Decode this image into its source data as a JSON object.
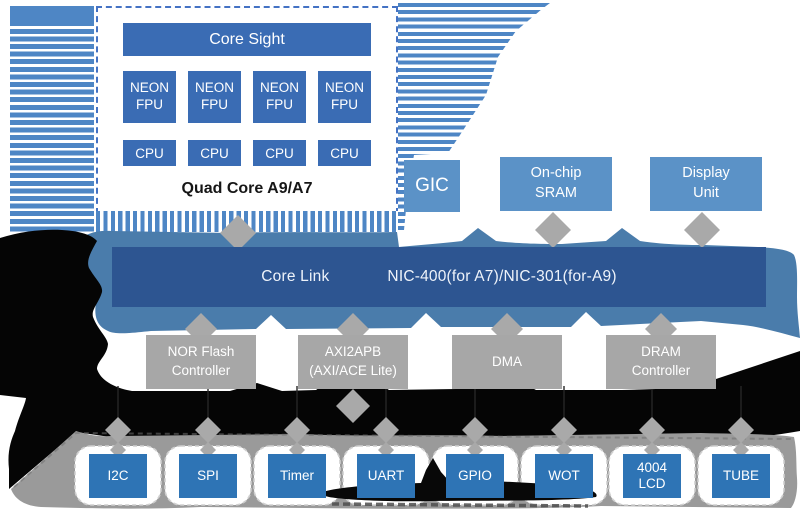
{
  "cluster": {
    "core_sight": "Core Sight",
    "neon_fpu": "NEON\nFPU",
    "cpu": "CPU",
    "caption": "Quad Core A9/A7"
  },
  "top_row": {
    "gic": "GIC",
    "sram": "On-chip\nSRAM",
    "display": "Display\nUnit"
  },
  "bus": {
    "name": "Core Link",
    "detail": "NIC-400(for A7)/NIC-301(for-A9)"
  },
  "mid_row": {
    "nor": "NOR Flash\nController",
    "axi": "AXI2APB\n(AXI/ACE Lite)",
    "dma": "DMA",
    "dram": "DRAM\nController"
  },
  "peripherals": [
    "I2C",
    "SPI",
    "Timer",
    "UART",
    "GPIO",
    "WOT",
    "4004\nLCD",
    "TUBE"
  ],
  "colors": {
    "block_blue": "#3a6cb4",
    "light_blue": "#5b92c7",
    "peripheral_blue": "#2e74b5",
    "stripe_blue": "#4e86c5",
    "bus_outer_steel": "#4a7cab",
    "bus_inner_navy": "#2d5591",
    "gray_block": "#a7a7a7",
    "gray_band": "#9a9a9a",
    "ink_black": "#050505"
  }
}
